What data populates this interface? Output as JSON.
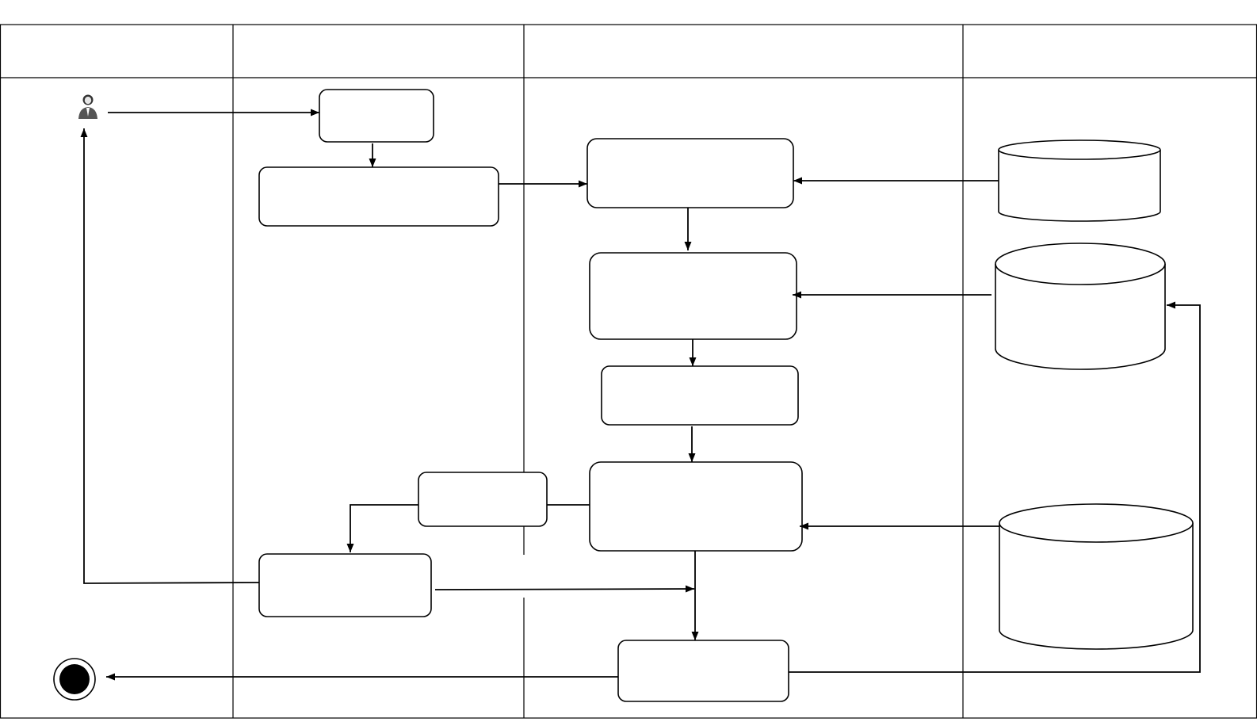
{
  "diagram": {
    "type": "swimlane-activity-diagram",
    "lanes": [
      {
        "id": "lane-1",
        "title": ""
      },
      {
        "id": "lane-2",
        "title": ""
      },
      {
        "id": "lane-3",
        "title": ""
      },
      {
        "id": "lane-4",
        "title": ""
      }
    ],
    "nodes": [
      {
        "id": "actor",
        "kind": "actor",
        "icon": "user-icon",
        "label": ""
      },
      {
        "id": "activity-1",
        "kind": "activity",
        "label": ""
      },
      {
        "id": "activity-2",
        "kind": "activity",
        "label": ""
      },
      {
        "id": "activity-3",
        "kind": "activity",
        "label": ""
      },
      {
        "id": "activity-4",
        "kind": "activity",
        "label": ""
      },
      {
        "id": "activity-5",
        "kind": "activity",
        "label": ""
      },
      {
        "id": "activity-6",
        "kind": "activity",
        "label": ""
      },
      {
        "id": "activity-7",
        "kind": "activity",
        "label": ""
      },
      {
        "id": "activity-8",
        "kind": "activity",
        "label": ""
      },
      {
        "id": "activity-9",
        "kind": "activity",
        "label": ""
      },
      {
        "id": "database-1",
        "kind": "datastore",
        "label": ""
      },
      {
        "id": "database-2",
        "kind": "datastore",
        "label": ""
      },
      {
        "id": "database-3",
        "kind": "datastore",
        "label": ""
      },
      {
        "id": "end",
        "kind": "final-node",
        "label": ""
      }
    ],
    "edges": [
      {
        "from": "actor",
        "to": "activity-1"
      },
      {
        "from": "activity-1",
        "to": "activity-2"
      },
      {
        "from": "activity-2",
        "to": "activity-3"
      },
      {
        "from": "database-1",
        "to": "activity-3"
      },
      {
        "from": "activity-3",
        "to": "activity-4"
      },
      {
        "from": "database-2",
        "to": "activity-4"
      },
      {
        "from": "activity-4",
        "to": "activity-5"
      },
      {
        "from": "activity-5",
        "to": "activity-6"
      },
      {
        "from": "database-3",
        "to": "activity-6"
      },
      {
        "from": "activity-6",
        "to": "activity-7"
      },
      {
        "from": "activity-7",
        "to": "activity-8"
      },
      {
        "from": "activity-8",
        "to": "actor"
      },
      {
        "from": "activity-8",
        "to": "activity-9"
      },
      {
        "from": "activity-6",
        "to": "activity-9"
      },
      {
        "from": "activity-9",
        "to": "end"
      },
      {
        "from": "activity-9",
        "to": "database-2"
      }
    ]
  }
}
